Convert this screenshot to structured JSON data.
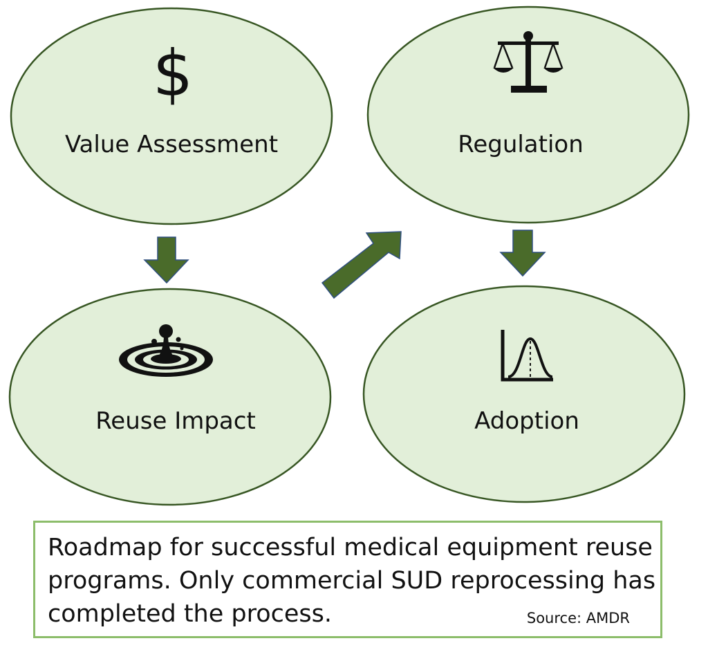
{
  "colors": {
    "ellipse_fill": "#e2efd9",
    "ellipse_stroke": "#375623",
    "arrow_fill": "#4a6b2a",
    "arrow_stroke": "#2f4f80",
    "caption_border": "#8cbd6a"
  },
  "nodes": {
    "value_assessment": {
      "label": "Value Assessment",
      "icon": "dollar-sign-icon"
    },
    "regulation": {
      "label": "Regulation",
      "icon": "balance-scale-icon"
    },
    "reuse_impact": {
      "label": "Reuse Impact",
      "icon": "water-drop-ripple-icon"
    },
    "adoption": {
      "label": "Adoption",
      "icon": "bell-curve-chart-icon"
    }
  },
  "arrows": [
    {
      "from": "Value Assessment",
      "to": "Reuse Impact"
    },
    {
      "from": "Reuse Impact",
      "to": "Regulation"
    },
    {
      "from": "Regulation",
      "to": "Adoption"
    }
  ],
  "caption": {
    "text": "Roadmap for successful medical equipment reuse programs. Only commercial SUD reprocessing has completed the process.",
    "source": "Source: AMDR"
  }
}
